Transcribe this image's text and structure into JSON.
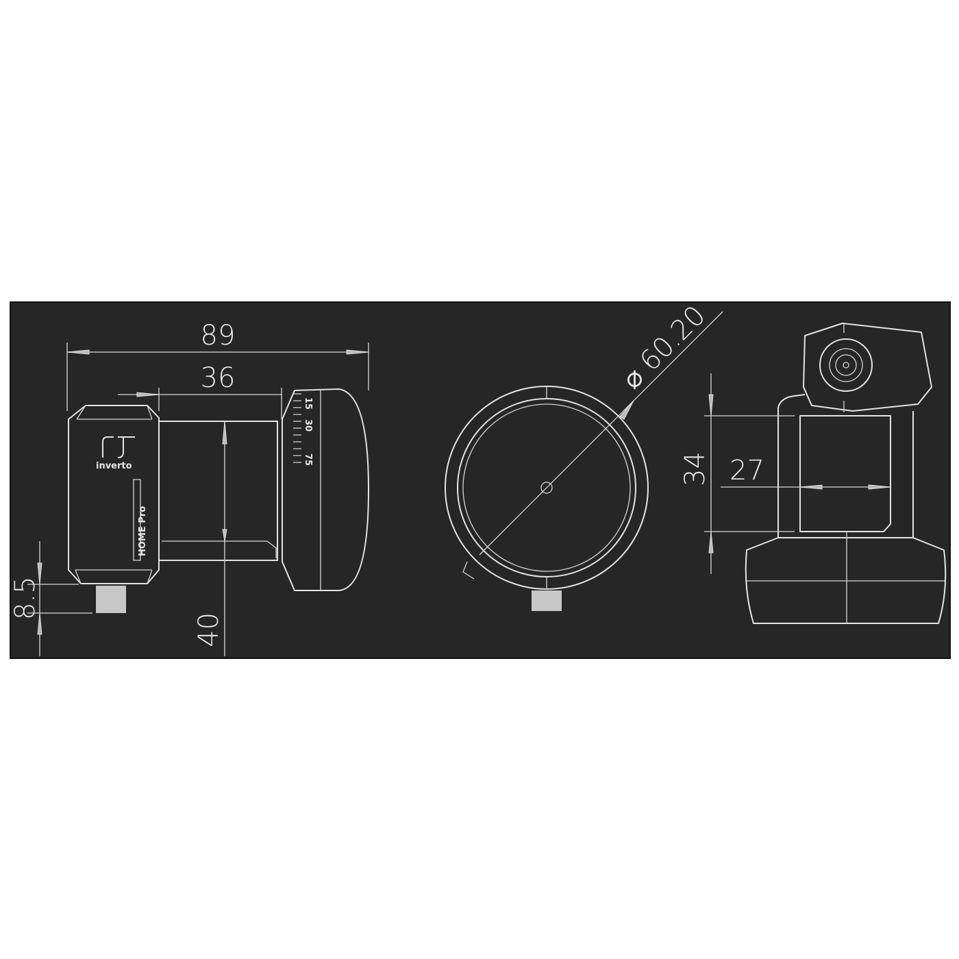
{
  "drawing": {
    "dimensions": {
      "overall_length": "89",
      "neck_length": "36",
      "height": "40",
      "connector_offset": "8.5",
      "feed_diameter": "⌀ 60.20",
      "rear_height": "34",
      "rear_width": "27"
    },
    "logo_text": "inverto",
    "product_label": "HOME Pro",
    "skew_scale": [
      "15",
      "30",
      "75"
    ],
    "colors": {
      "background": "#262626",
      "lines": "#e4e4e4",
      "page": "#ffffff"
    }
  }
}
